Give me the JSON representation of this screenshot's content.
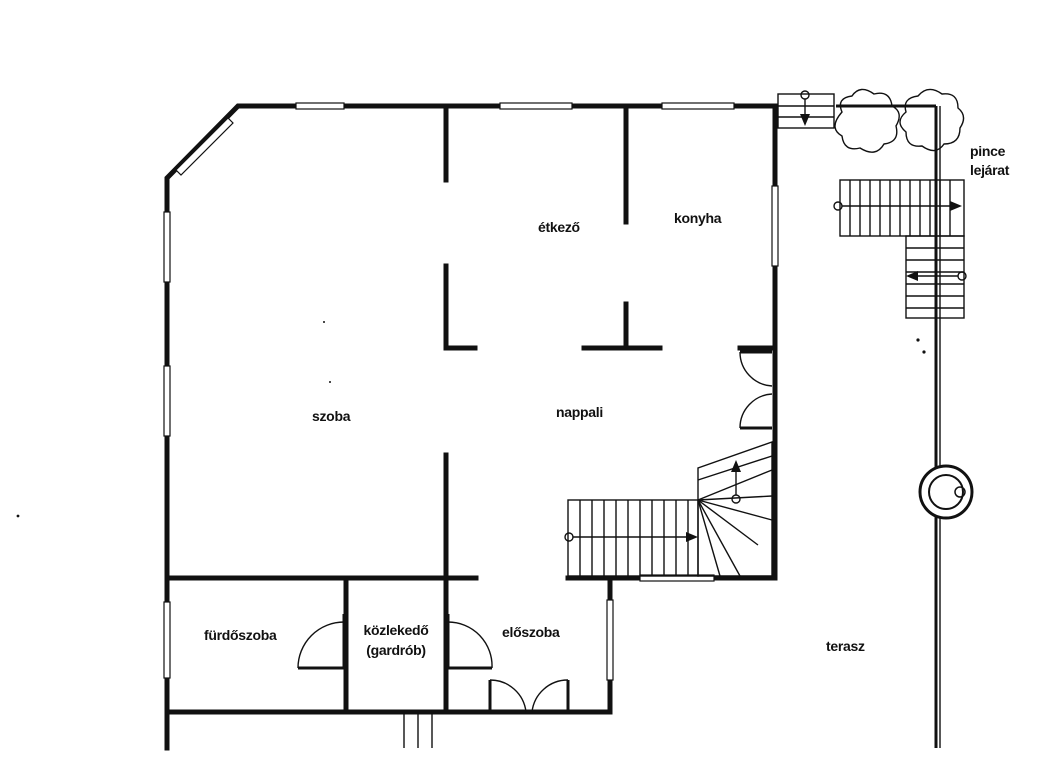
{
  "rooms": {
    "etkezo": "étkező",
    "konyha": "konyha",
    "szoba": "szoba",
    "nappali": "nappali",
    "furdoszoba": "fürdőszoba",
    "kozlekedo_line1": "közlekedő",
    "kozlekedo_line2": "(gardrób)",
    "eloszoba": "előszoba",
    "terasz": "terasz",
    "pince_line1": "pince",
    "pince_line2": "lejárat"
  },
  "colors": {
    "ink": "#111111",
    "paper": "#ffffff"
  },
  "icons": [
    "up-arrow-icon",
    "right-arrow-icon",
    "left-arrow-icon",
    "down-arrow-icon",
    "tree-icon",
    "well-icon",
    "door-swing-icon"
  ]
}
